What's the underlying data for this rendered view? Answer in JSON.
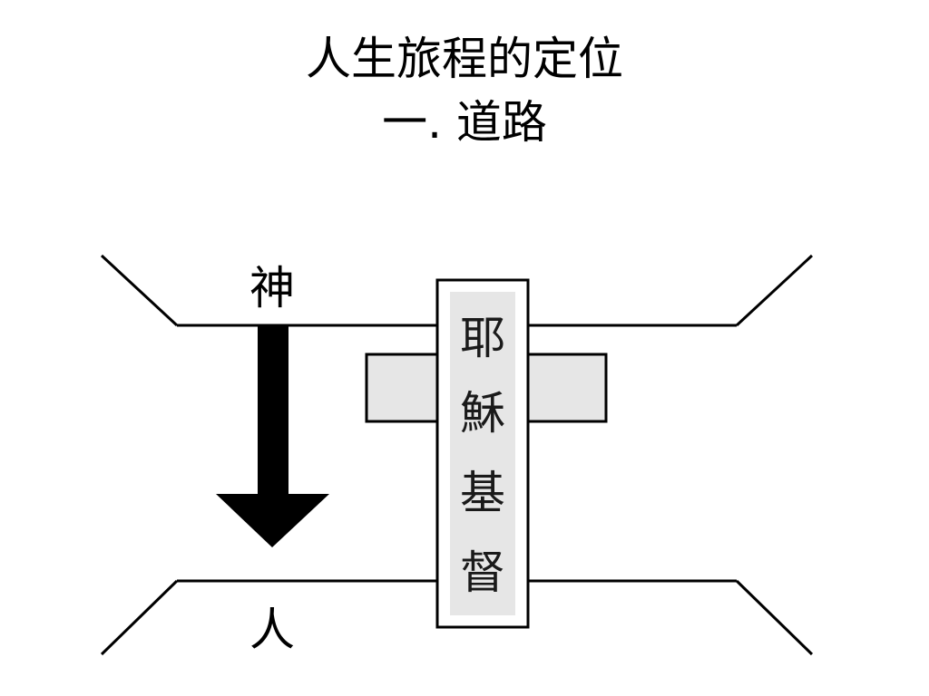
{
  "title": {
    "line1": "人生旅程的定位",
    "line2": "一. 道路"
  },
  "diagram": {
    "top_label": "神",
    "bottom_label": "人",
    "cross_text": [
      "耶",
      "穌",
      "基",
      "督"
    ]
  },
  "colors": {
    "cross_fill": "#e6e6e6",
    "cross_stroke": "#000000",
    "arrow": "#000000",
    "background": "#ffffff"
  }
}
